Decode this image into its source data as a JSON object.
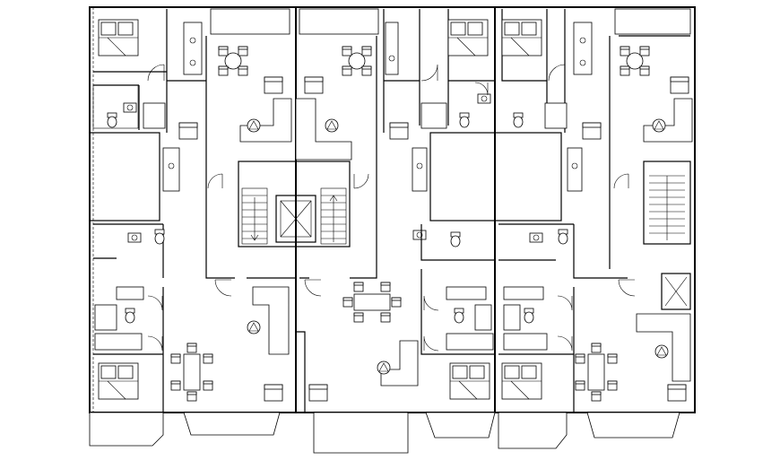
{
  "drawing": {
    "type": "floor-plan",
    "line_color": "#000000",
    "background": "#ffffff",
    "units_shown": [
      "upper-left",
      "upper-center",
      "upper-right",
      "lower-left",
      "lower-center",
      "lower-right"
    ],
    "features": [
      "balcony",
      "bedroom-double-bed",
      "bathroom",
      "kitchen",
      "dining-table",
      "living-room-sofa",
      "staircase",
      "elevator",
      "light-well",
      "entry-door-swing"
    ],
    "texts": []
  }
}
